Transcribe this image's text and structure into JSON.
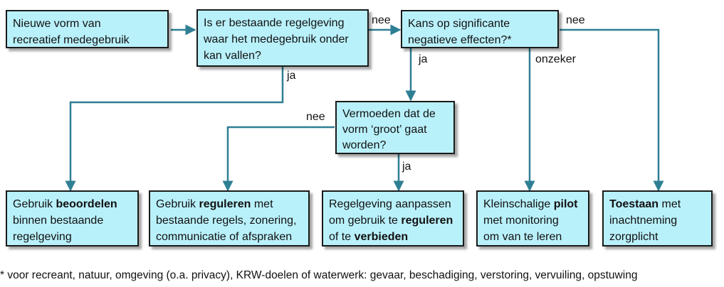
{
  "colors": {
    "box_fill": "#b9f1fb",
    "box_border": "#1a1a1a",
    "arrow": "#2f7f94"
  },
  "nodes": {
    "start": {
      "text": "Nieuwe vorm van\nrecreatief medegebruik"
    },
    "q_regelgeving": {
      "text": "Is er bestaande regelgeving\nwaar het medegebruik onder\nkan vallen?"
    },
    "q_effecten": {
      "text": "Kans op significante\nnegatieve effecten?*"
    },
    "q_groot": {
      "text": "Vermoeden dat de\nvorm ‘groot’ gaat\nworden?"
    },
    "o_beoordelen": {
      "before": "Gebruik ",
      "bold": "beoordelen",
      "after": "\nbinnen bestaande\nregelgeving"
    },
    "o_reguleren": {
      "before": "Gebruik ",
      "bold": "reguleren",
      "after": " met\nbestaande regels, zonering,\ncommunicatie of afspraken"
    },
    "o_aanpassen": {
      "before": "Regelgeving aanpassen\nom gebruik te ",
      "bold": "reguleren",
      "middle": "\nof te ",
      "bold2": "verbieden"
    },
    "o_pilot": {
      "before": "Kleinschalige ",
      "bold": "pilot",
      "after": "\nmet monitoring\nom van te leren"
    },
    "o_toestaan": {
      "before": "",
      "bold": "Toestaan",
      "after": " met\ninachtneming\nzorgplicht"
    }
  },
  "edge_labels": {
    "regelgeving_nee": "nee",
    "regelgeving_ja": "ja",
    "effecten_ja": "ja",
    "effecten_onzeker": "onzeker",
    "effecten_nee": "nee",
    "groot_nee": "nee",
    "groot_ja": "ja"
  },
  "footnote": "* voor recreant, natuur, omgeving (o.a. privacy), KRW-doelen of waterwerk: gevaar, beschadiging, verstoring, vervuiling, opstuwing"
}
